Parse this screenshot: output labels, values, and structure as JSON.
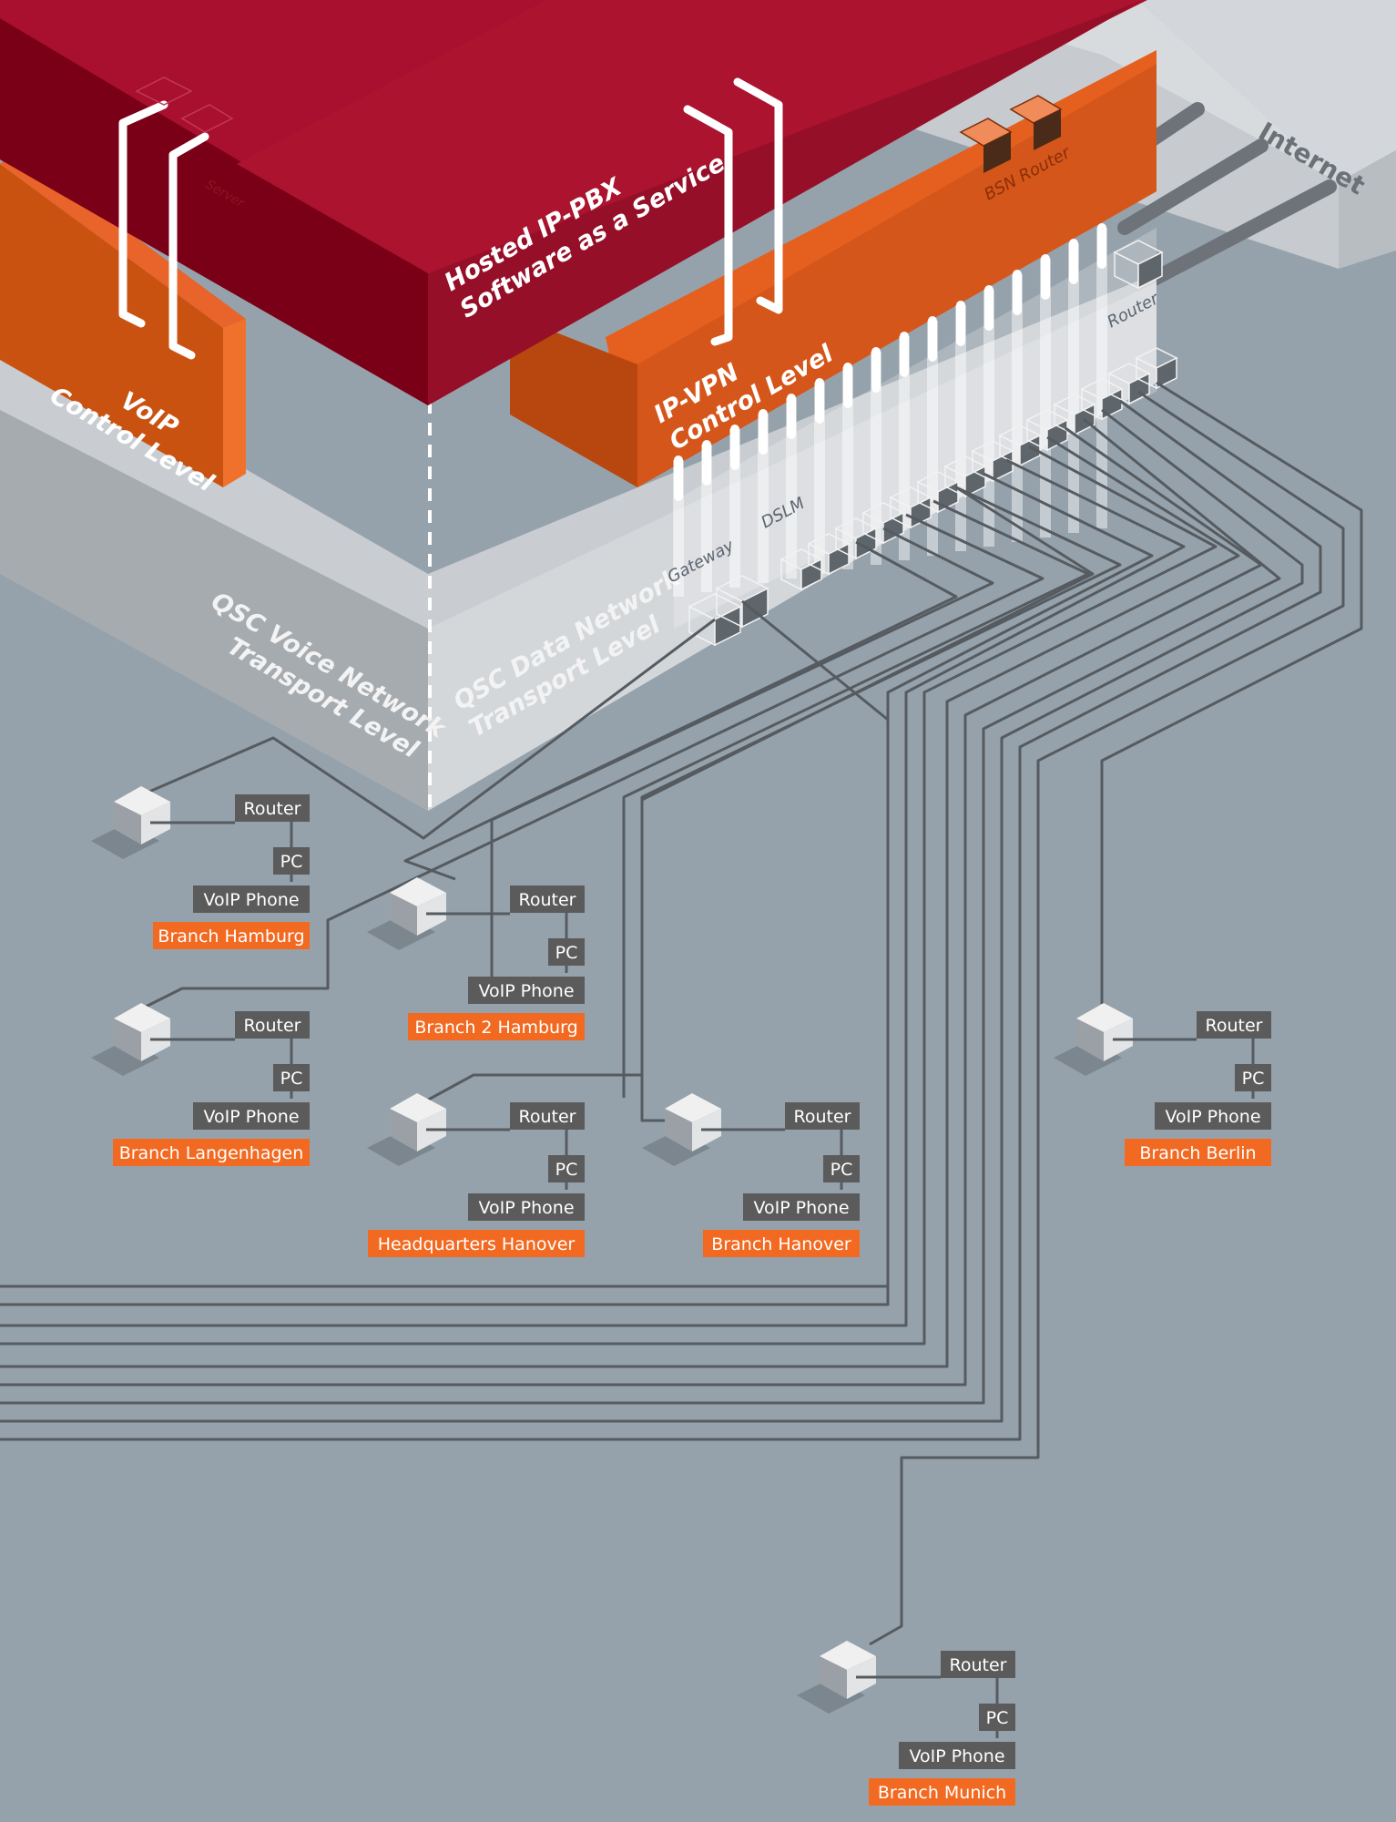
{
  "layers": {
    "hosted_pbx": {
      "line1": "Hosted IP-PBX",
      "line2": "Software as a Service"
    },
    "voip_control": {
      "line1": "VoIP",
      "line2": "Control Level"
    },
    "ipvpn_control": {
      "line1": "IP-VPN",
      "line2": "Control Level"
    },
    "voice_transport": {
      "line1": "QSC Voice Network",
      "line2": "Transport Level"
    },
    "data_transport": {
      "line1": "QSC Data Network",
      "line2": "Transport Level"
    },
    "internet": "Internet"
  },
  "components": {
    "server": "Server",
    "bsn_router": "BSN Router",
    "router": "Router",
    "dslm": "DSLM",
    "gateway": "Gateway"
  },
  "sites": [
    {
      "router": "Router",
      "pc": "PC",
      "phone": "VoIP Phone",
      "name": "Branch Hamburg"
    },
    {
      "router": "Router",
      "pc": "PC",
      "phone": "VoIP Phone",
      "name": "Branch 2 Hamburg"
    },
    {
      "router": "Router",
      "pc": "PC",
      "phone": "VoIP Phone",
      "name": "Branch Langenhagen"
    },
    {
      "router": "Router",
      "pc": "PC",
      "phone": "VoIP Phone",
      "name": "Headquarters Hanover"
    },
    {
      "router": "Router",
      "pc": "PC",
      "phone": "VoIP Phone",
      "name": "Branch Hanover"
    },
    {
      "router": "Router",
      "pc": "PC",
      "phone": "VoIP Phone",
      "name": "Branch Berlin"
    },
    {
      "router": "Router",
      "pc": "PC",
      "phone": "VoIP Phone",
      "name": "Branch Munich"
    }
  ],
  "colors": {
    "background": "#96a2ab",
    "pbx_red": "#a91030",
    "control_orange": "#e55f1f",
    "transport_grey": "#c9cdd1",
    "label_dark": "#5b5b5b",
    "branch_orange": "#f26a22",
    "cable": "#555b60"
  }
}
